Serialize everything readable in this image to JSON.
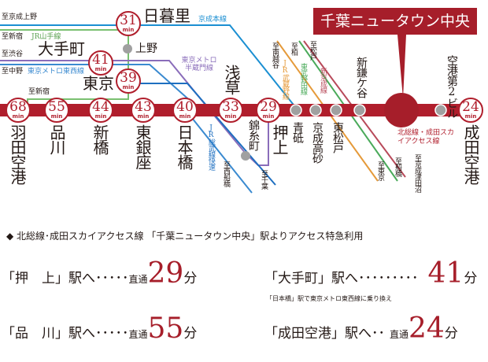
{
  "banner": "千葉ニュータウン中央",
  "colors": {
    "main": "#b01e2c",
    "keisei": "#1b8fd2",
    "yamanote": "#7ac070",
    "hanzomon": "#8a6dba",
    "tozai": "#3a8ad0",
    "musashino": "#e59a3a",
    "tobu": "#4aaa5a",
    "keisei_narita": "#b84a5a"
  },
  "lines": {
    "keisei_ueno_dir": "至京成上野",
    "keisei_main": "京成本線",
    "shinjuku_dir1": "至新宿",
    "yamanote": "JR山手線",
    "shibuya_dir": "至渋谷",
    "nakano_dir": "至中野",
    "tozai": "東京メトロ東西線",
    "shinjuku_dir2": "至新宿",
    "hanzomon": "東京メトロ半蔵門線",
    "sobu_rapid": "JR総武線快速",
    "nishifunabashi_dir": "至西船橋",
    "chiba_dir": "至千葉",
    "higashikoya_dir": "至南越谷",
    "kashiwa_dir": "至柏",
    "matsudo_dir": "至松戸",
    "musashino": "JR武蔵野線",
    "tobu": "東武野田線",
    "shinkeisei": "新京成線",
    "tokyo_dir": "至東京",
    "funabashi_dir": "至船橋",
    "tsudanuma_dir": "至京成津田沼",
    "hokuso": "北総線・成田スカイアクセス線"
  },
  "stations": {
    "nippori": {
      "name": "日暮里",
      "min": "31"
    },
    "ueno": {
      "name": "上野"
    },
    "otemachi": {
      "name": "大手町",
      "min": "41"
    },
    "tokyo": {
      "name": "東京",
      "min": "39"
    },
    "haneda": {
      "name": "羽田空港",
      "min": "68"
    },
    "shinagawa": {
      "name": "品川",
      "min": "55"
    },
    "shinbashi": {
      "name": "新橋",
      "min": "44"
    },
    "higashiginza": {
      "name": "東銀座",
      "min": "43"
    },
    "nihonbashi": {
      "name": "日本橋",
      "min": "40"
    },
    "asakusa": {
      "name": "浅草",
      "min": "33"
    },
    "oshiage": {
      "name": "押上",
      "min": "29"
    },
    "kinshicho": {
      "name": "錦糸町"
    },
    "aoto": {
      "name": "青砥"
    },
    "keiseitakasago": {
      "name": "京成高砂"
    },
    "higashimatsudo": {
      "name": "東松戸"
    },
    "shinkamagaya": {
      "name": "新鎌ケ谷"
    },
    "airport2": {
      "name": "空港第2ビル"
    },
    "narita": {
      "name": "成田空港",
      "min": "24"
    }
  },
  "min_unit": "min",
  "info": {
    "heading": "◆ 北総線･成田スカイアクセス線 「千葉ニュータウン中央」駅よりアクセス特急利用",
    "routes": [
      {
        "dest": "「押　上」駅へ･････",
        "type": "直通",
        "min": "29",
        "unit": "分"
      },
      {
        "dest": "「大手町」駅へ･････････",
        "type": "",
        "min": "41",
        "unit": "分",
        "note": "「日本橋」駅で東京メトロ東西線に乗り換え"
      },
      {
        "dest": "「品　川」駅へ･････",
        "type": "直通",
        "min": "55",
        "unit": "分"
      },
      {
        "dest": "「成田空港」駅へ･･",
        "type": "直通",
        "min": "24",
        "unit": "分"
      }
    ]
  }
}
